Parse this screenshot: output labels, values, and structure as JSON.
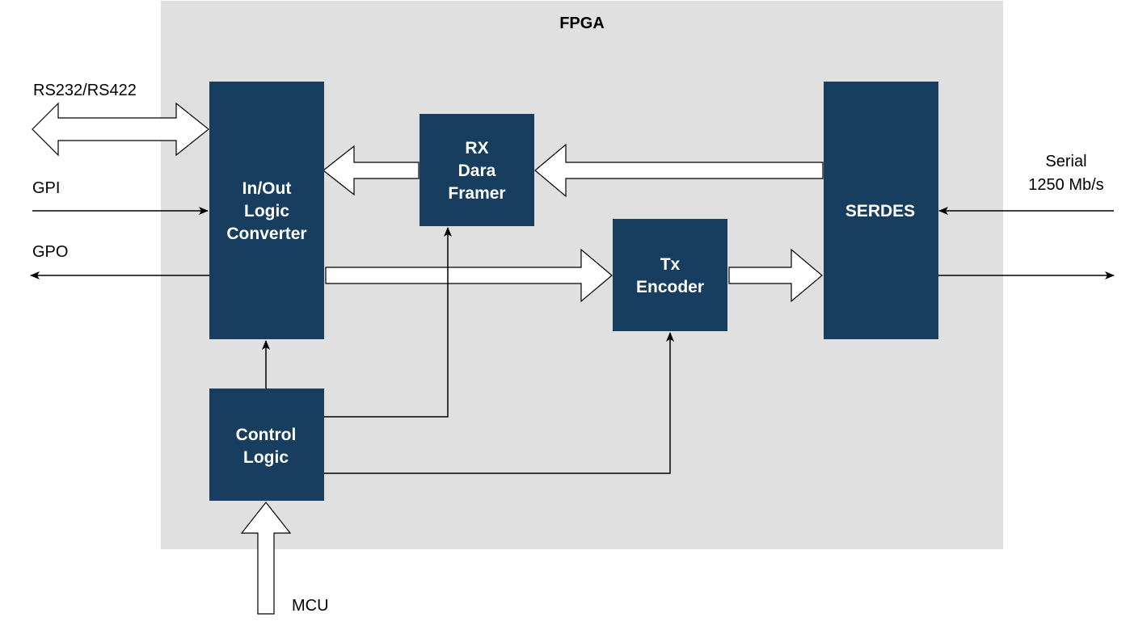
{
  "colors": {
    "fpga_fill": "#e0e0e0",
    "block_fill": "#173d5f",
    "block_text": "#ffffff",
    "line": "#000000",
    "arrow_fill": "#ffffff"
  },
  "fpga": {
    "title": "FPGA"
  },
  "blocks": {
    "inout": {
      "lines": [
        "In/Out",
        "Logic",
        "Converter"
      ]
    },
    "rx": {
      "lines": [
        "RX",
        "Dara",
        "Framer"
      ]
    },
    "tx": {
      "lines": [
        "Tx",
        "Encoder"
      ]
    },
    "serdes": {
      "lines": [
        "SERDES"
      ]
    },
    "control": {
      "lines": [
        "Control",
        "Logic"
      ]
    }
  },
  "external": {
    "rs232": "RS232/RS422",
    "gpi": "GPI",
    "gpo": "GPO",
    "serial_line1": "Serial",
    "serial_line2": "1250 Mb/s",
    "mcu": "MCU"
  }
}
